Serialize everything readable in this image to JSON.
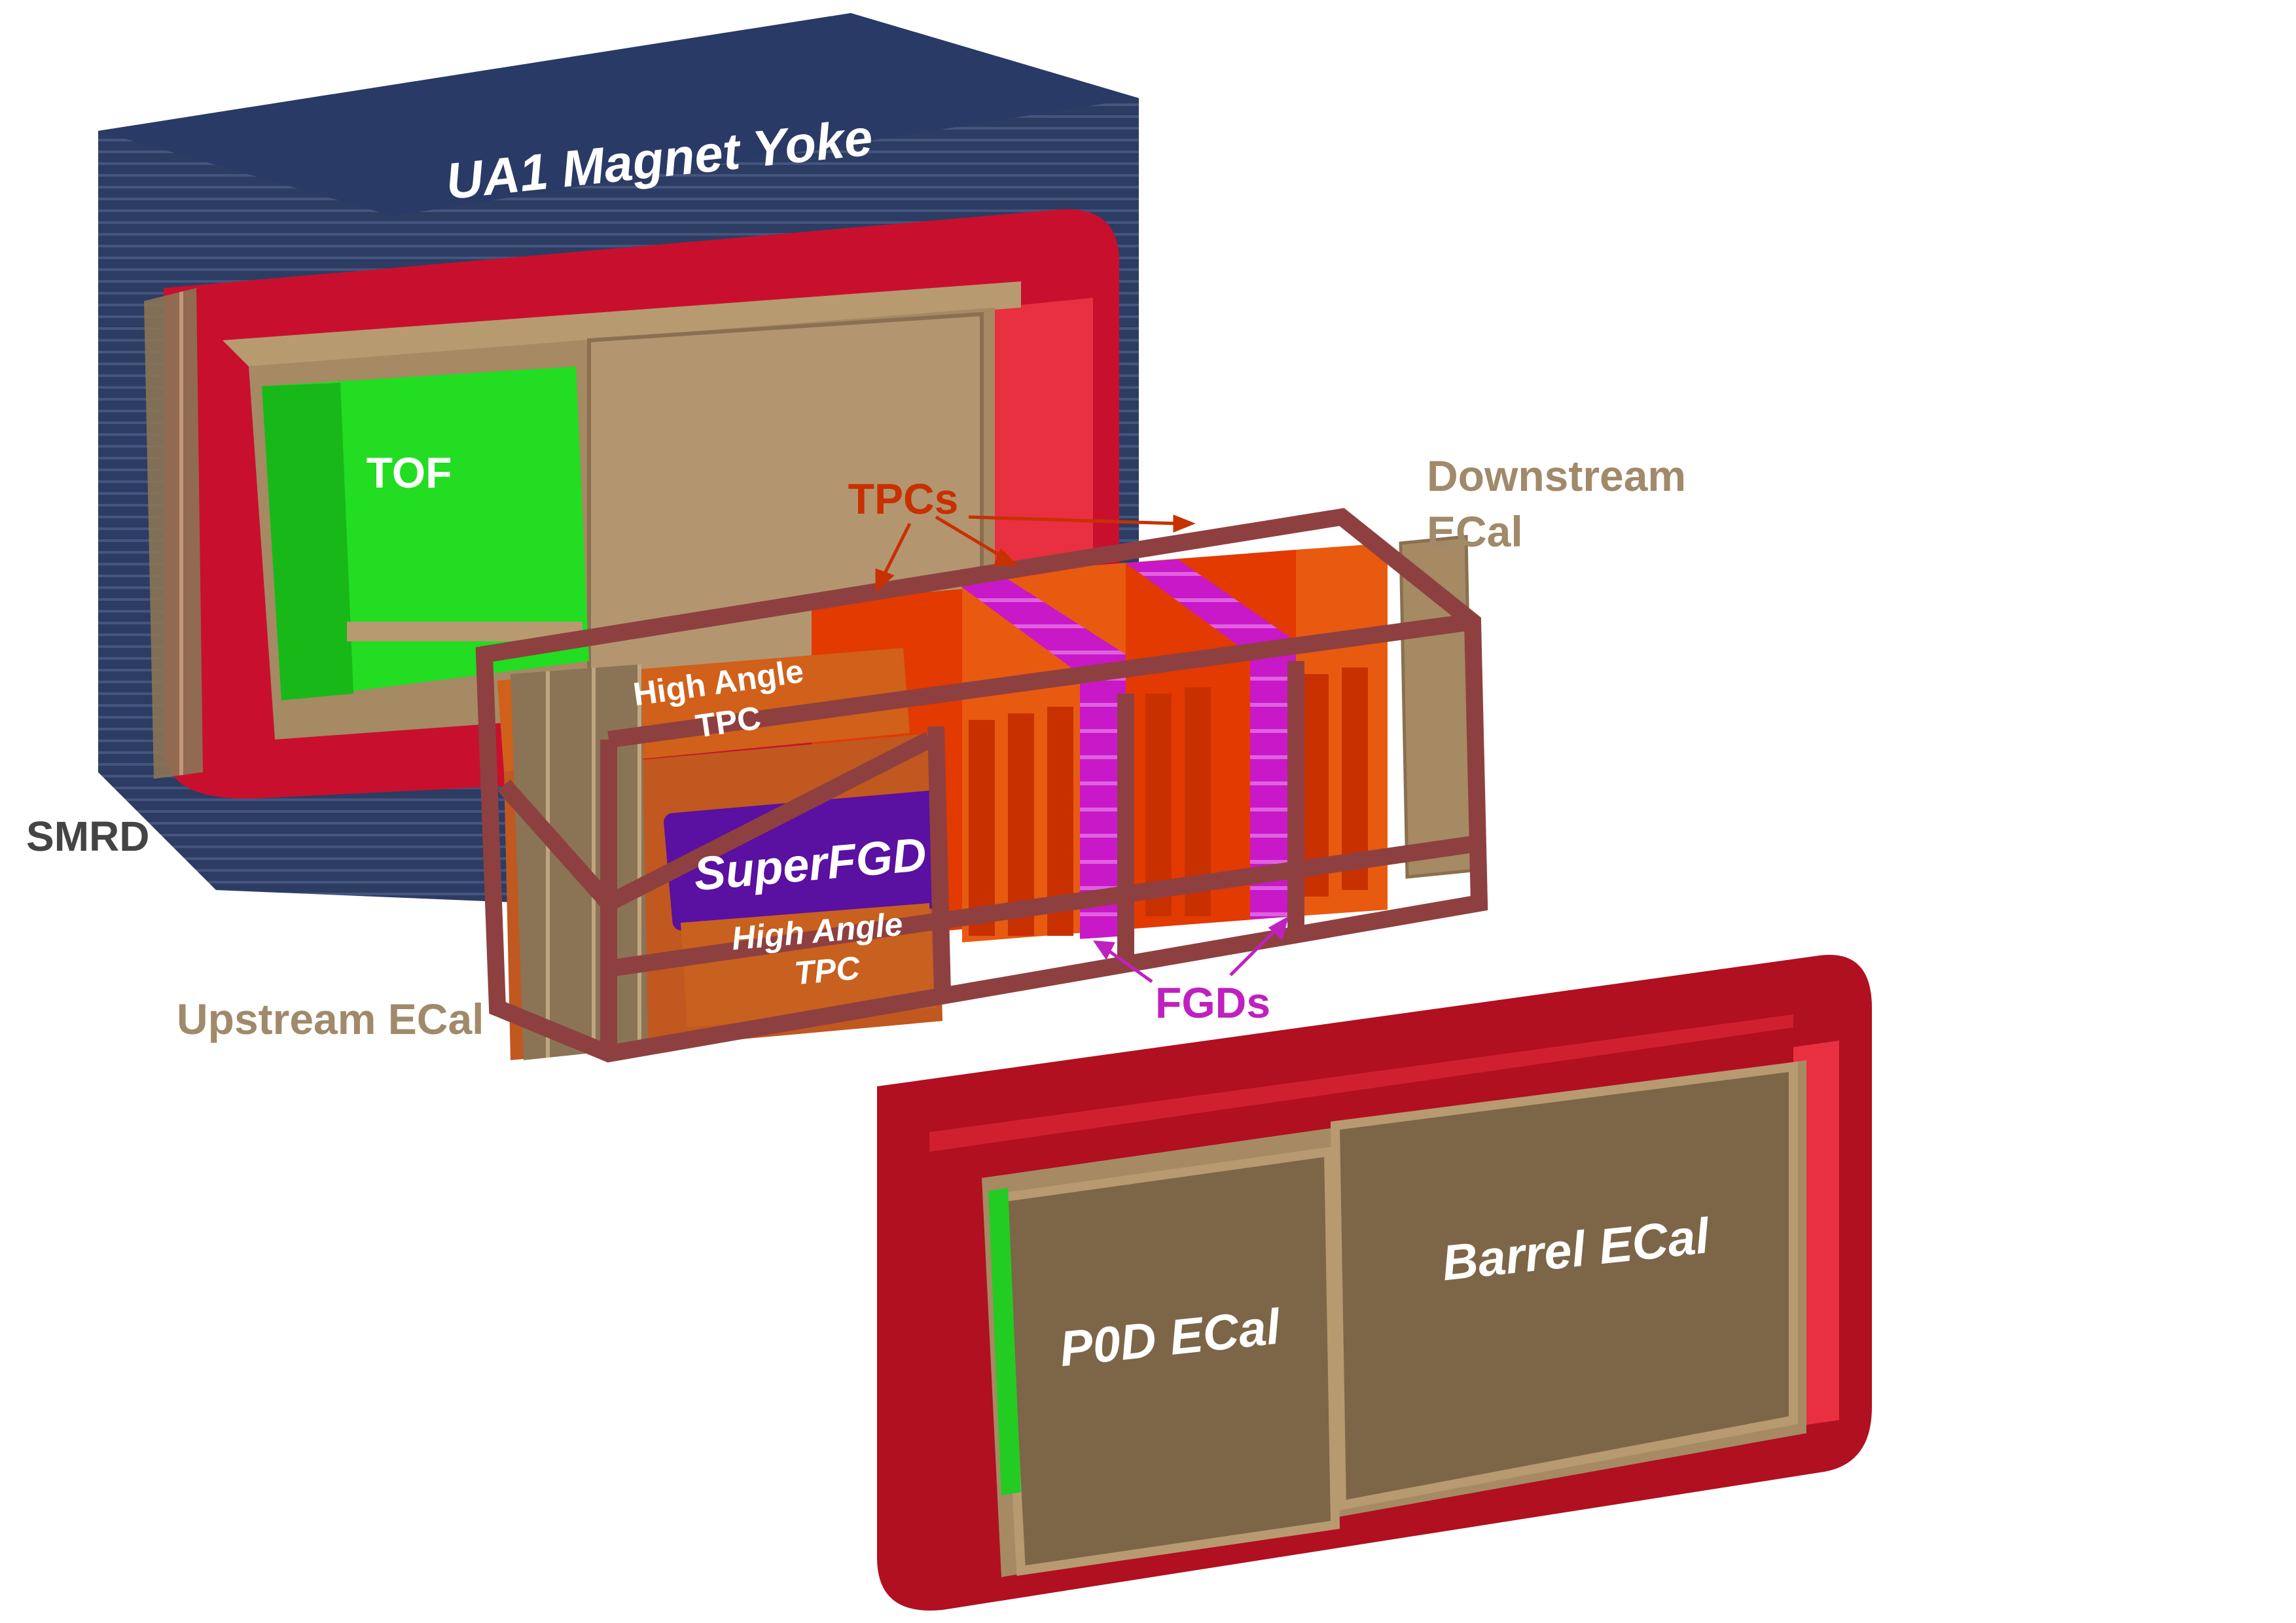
{
  "labels": {
    "magnet_yoke": "UA1 Magnet Yoke",
    "tof": "TOF",
    "tpcs": "TPCs",
    "downstream_ecal_line1": "Downstream",
    "downstream_ecal_line2": "ECal",
    "high_angle_tpc_top_line1": "High Angle",
    "high_angle_tpc_top_line2": "TPC",
    "superfgd": "SuperFGD",
    "high_angle_tpc_bottom_line1": "High Angle",
    "high_angle_tpc_bottom_line2": "TPC",
    "smrd": "SMRD",
    "upstream_ecal": "Upstream ECal",
    "fgds": "FGDs",
    "p0d_ecal": "P0D ECal",
    "barrel_ecal": "Barrel ECal"
  },
  "colors": {
    "yoke": "#1f2e4d",
    "magnet_red": "#c8102e",
    "ecal_tan": "#a58a64",
    "ecal_tan_dark": "#7d6548",
    "tof_green": "#22dd22",
    "tpc_orange": "#e23a00",
    "fgd_magenta": "#d020d0",
    "superfgd_purple": "#5a10a0",
    "frame_brown": "#8e4040",
    "label_tan": "#a08a6a",
    "label_red": "#c83000",
    "label_magenta": "#c020c0",
    "label_dark": "#444444"
  }
}
